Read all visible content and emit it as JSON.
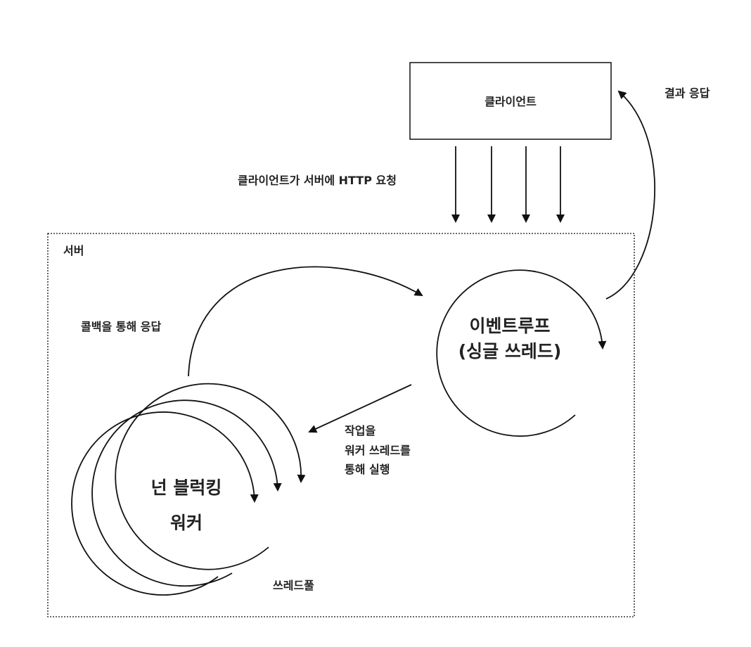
{
  "client": {
    "label": "클라이언트"
  },
  "result_response": "결과 응답",
  "http_request": "클라이언트가 서버에 HTTP 요청",
  "server": {
    "label": "서버"
  },
  "callback_response": "콜백을 통해 응답",
  "event_loop": {
    "line1": "이벤트루프",
    "line2": "(싱글 쓰레드)"
  },
  "dispatch": {
    "line1": "작업을",
    "line2": "워커 쓰레드를",
    "line3": "통해 실행"
  },
  "worker": {
    "line1": "넌 블럭킹",
    "line2": "워커"
  },
  "thread_pool": "쓰레드풀"
}
